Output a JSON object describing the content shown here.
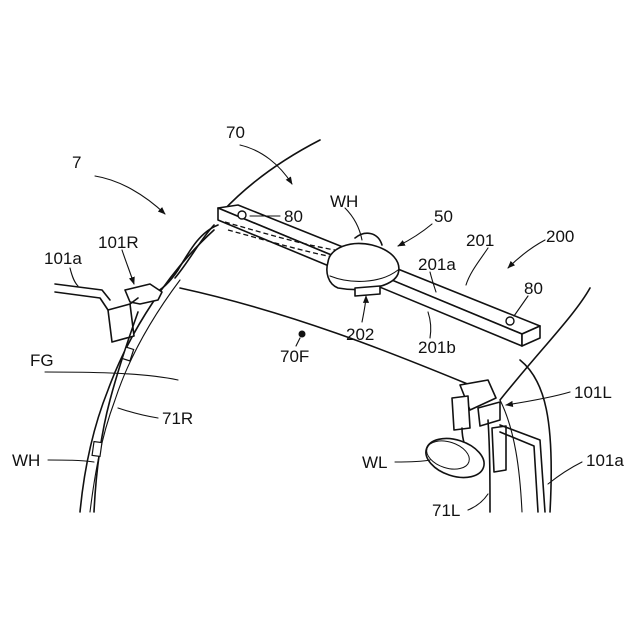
{
  "labels": {
    "fig_ref": "7",
    "roof": "70",
    "roof_front": "70F",
    "bolt_left": "80",
    "bolt_right": "80",
    "harness_top": "WH",
    "harness_left": "WH",
    "unit": "50",
    "bracket": "201",
    "bracket_upper": "201a",
    "bracket_lower": "201b",
    "assembly": "200",
    "mount": "202",
    "pipe_left": "101a",
    "pipe_right": "101a",
    "stay_right": "101R",
    "stay_left": "101L",
    "pillar_right": "71R",
    "pillar_left": "71L",
    "glass": "FG",
    "lamp": "WL"
  }
}
